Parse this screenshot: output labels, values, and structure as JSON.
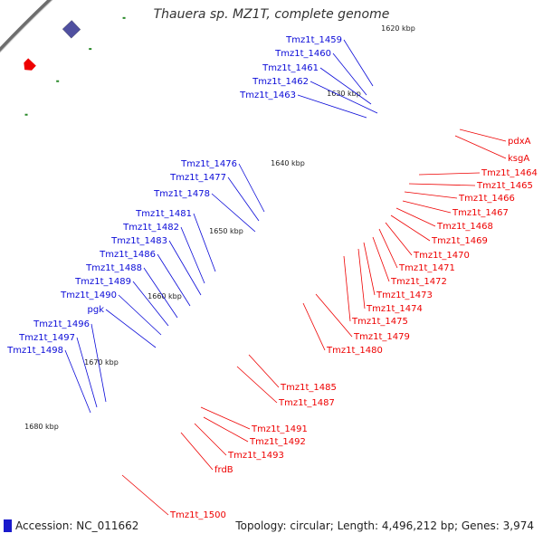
{
  "title": "Thauera sp. MZ1T, complete genome",
  "footer": {
    "accession": "Accession: NC_011662",
    "summary": "Topology: circular; Length: 4,496,212 bp; Genes: 3,974"
  },
  "colors": {
    "forward": "#0a0ad8",
    "reverse": "#ee0000",
    "backbone": "#888888",
    "tick": "#2a8a2a"
  },
  "kbp_ticks": [
    "1620 kbp",
    "1630 kbp",
    "1640 kbp",
    "1650 kbp",
    "1660 kbp",
    "1670 kbp",
    "1680 kbp"
  ],
  "left_labels": [
    "Tmz1t_1459",
    "Tmz1t_1460",
    "Tmz1t_1461",
    "Tmz1t_1462",
    "Tmz1t_1463",
    "Tmz1t_1476",
    "Tmz1t_1477",
    "Tmz1t_1478",
    "Tmz1t_1481",
    "Tmz1t_1482",
    "Tmz1t_1483",
    "Tmz1t_1486",
    "Tmz1t_1488",
    "Tmz1t_1489",
    "Tmz1t_1490",
    "pgk",
    "Tmz1t_1496",
    "Tmz1t_1497",
    "Tmz1t_1498"
  ],
  "right_labels": [
    "pdxA",
    "ksgA",
    "Tmz1t_1464",
    "Tmz1t_1465",
    "Tmz1t_1466",
    "Tmz1t_1467",
    "Tmz1t_1468",
    "Tmz1t_1469",
    "Tmz1t_1470",
    "Tmz1t_1471",
    "Tmz1t_1472",
    "Tmz1t_1473",
    "Tmz1t_1474",
    "Tmz1t_1475",
    "Tmz1t_1479",
    "Tmz1t_1480",
    "Tmz1t_1485",
    "Tmz1t_1487",
    "Tmz1t_1491",
    "Tmz1t_1492",
    "Tmz1t_1493",
    "frdB",
    "Tmz1t_1500"
  ]
}
